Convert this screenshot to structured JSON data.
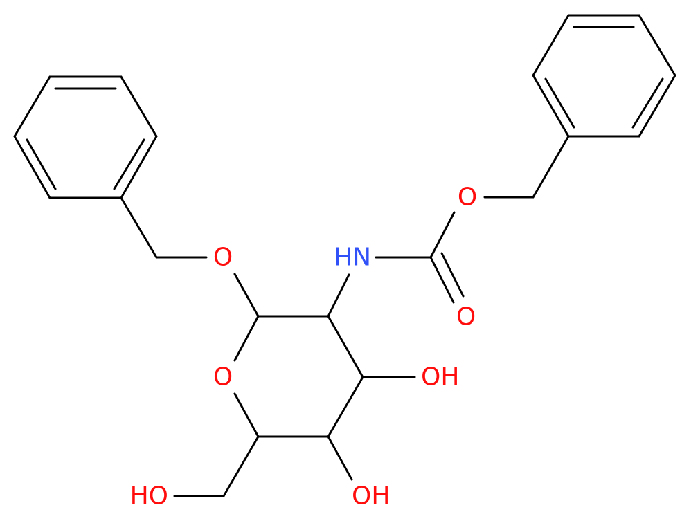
{
  "colors": {
    "bond": "#000000",
    "oxygen": "#ff0d0d",
    "nitrogen": "#3050f8"
  },
  "labels": {
    "o_benzyl": "O",
    "nh": "HN",
    "o_ester": "O",
    "o_carbonyl": "O",
    "o_ring": "O",
    "oh_3": "OH",
    "oh_4": "OH",
    "ho_6": "HO"
  }
}
